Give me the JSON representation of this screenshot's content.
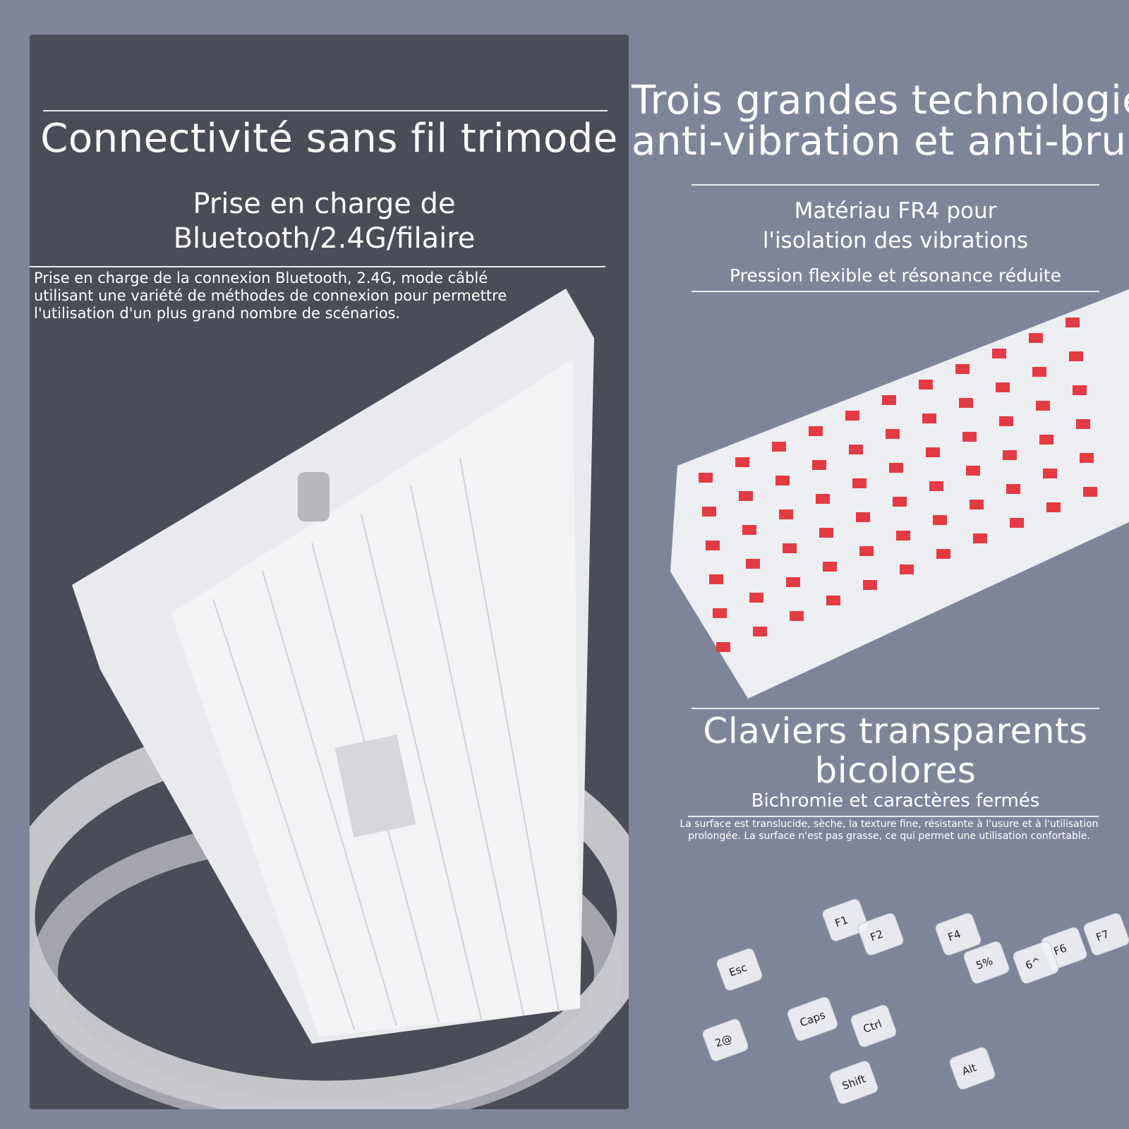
{
  "left": {
    "title": "Connectivité sans fil trimode",
    "subtitle_line1": "Prise en charge de",
    "subtitle_line2": "Bluetooth/2.4G/filaire",
    "description": [
      "Prise en charge de la connexion Bluetooth, 2.4G, mode câblé",
      "utilisant une variété de méthodes de connexion pour permettre",
      "l'utilisation d'un plus grand nombre de scénarios."
    ]
  },
  "right_top": {
    "title_line1": "Trois grandes technologies",
    "title_line2": "anti-vibration et anti-bruit",
    "subtitle_line1": "Matériau FR4 pour",
    "subtitle_line2": "l'isolation des vibrations",
    "caption": "Pression flexible et résonance réduite"
  },
  "right_bottom": {
    "title_line1": "Claviers transparents",
    "title_line2": "bicolores",
    "subtitle": "Bichromie et caractères fermés",
    "description": [
      "La surface est translucide, sèche, la texture fine, résistante à l'usure et à l'utilisation",
      "prolongée. La surface n'est pas grasse, ce qui permet une utilisation confortable."
    ]
  },
  "keycaps": [
    "Esc",
    "F1",
    "F2",
    "F4",
    "F6",
    "F7",
    "Caps",
    "Ctrl",
    "Shift",
    "Alt",
    "2@",
    "5%",
    "6^"
  ]
}
